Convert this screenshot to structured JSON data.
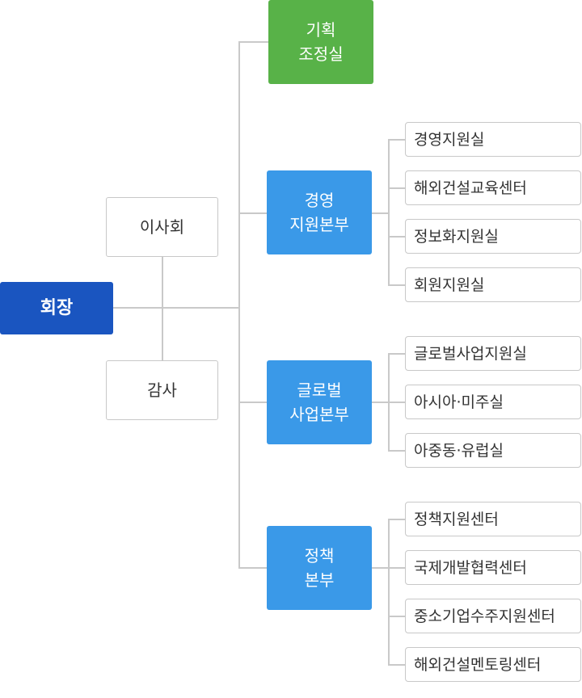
{
  "president": "회장",
  "board": "이사회",
  "audit": "감사",
  "divisions": [
    {
      "title": "기획\n조정실",
      "color": "#58b248",
      "units": []
    },
    {
      "title": "경영\n지원본부",
      "color": "#3a99e8",
      "units": [
        "경영지원실",
        "해외건설교육센터",
        "정보화지원실",
        "회원지원실"
      ]
    },
    {
      "title": "글로벌\n사업본부",
      "color": "#3a99e8",
      "units": [
        "글로벌사업지원실",
        "아시아·미주실",
        "아중동·유럽실"
      ]
    },
    {
      "title": "정책\n본부",
      "color": "#3a99e8",
      "units": [
        "정책지원센터",
        "국제개발협력센터",
        "중소기업수주지원센터",
        "해외건설멘토링센터"
      ]
    }
  ],
  "colors": {
    "president": "#1a55c0",
    "line": "#c9c9c9",
    "border": "#c8c8c8"
  }
}
